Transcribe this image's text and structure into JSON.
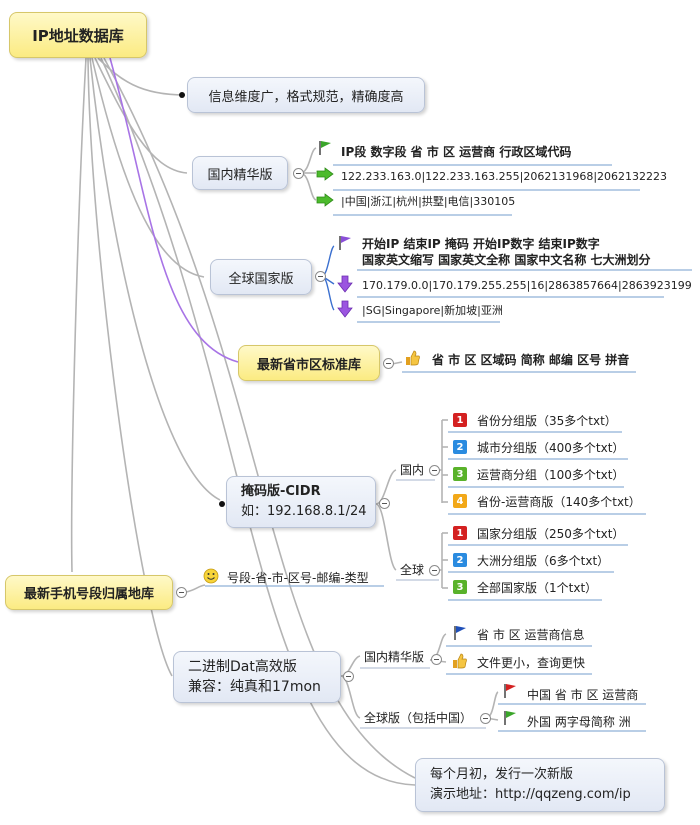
{
  "root": "IP地址数据库",
  "topic_info": "信息维度广，格式规范，精确度高",
  "domestic": {
    "label": "国内精华版",
    "fields": "IP段  数字段   省   市   区    运营商  行政区域代码",
    "sample_range": "122.233.163.0|122.233.163.255|2062131968|2062132223",
    "sample_geo": "|中国|浙江|杭州|拱墅|电信|330105"
  },
  "global": {
    "label": "全球国家版",
    "fields_line1": "开始IP      结束IP      掩码    开始IP数字    结束IP数字",
    "fields_line2": "国家英文缩写     国家英文全称   国家中文名称       七大洲划分",
    "sample_range": "170.179.0.0|170.179.255.255|16|2863857664|2863923199",
    "sample_geo": "|SG|Singapore|新加坡|亚洲"
  },
  "region_std": {
    "label": "最新省市区标准库",
    "fields": "省  市  区   区域码  简称  邮编  区号  拼音"
  },
  "cidr": {
    "title": "掩码版-CIDR",
    "example": "如：192.168.8.1/24",
    "domestic_label": "国内",
    "domestic_items": [
      {
        "num": "1",
        "text": "省份分组版（35多个txt）"
      },
      {
        "num": "2",
        "text": "城市分组版（400多个txt）"
      },
      {
        "num": "3",
        "text": "运营商分组（100多个txt）"
      },
      {
        "num": "4",
        "text": "省份-运营商版（140多个txt）"
      }
    ],
    "global_label": "全球",
    "global_items": [
      {
        "num": "1",
        "text": "国家分组版（250多个txt）"
      },
      {
        "num": "2",
        "text": "大洲分组版（6多个txt）"
      },
      {
        "num": "3",
        "text": "全部国家版（1个txt）"
      }
    ]
  },
  "mobile": {
    "label": "最新手机号段归属地库",
    "fields": "号段-省-市-区号-邮编-类型"
  },
  "dat": {
    "title": "二进制Dat高效版",
    "compat": "兼容：纯真和17mon",
    "domestic_label": "国内精华版",
    "domestic_items": [
      "省 市 区 运营商信息",
      "文件更小，查询更快"
    ],
    "global_label": "全球版（包括中国）",
    "global_items": [
      "中国  省 市 区 运营商",
      "外国   两字母简称  洲"
    ]
  },
  "release": {
    "line1": "每个月初，发行一次新版",
    "line2": "演示地址：http://qqzeng.com/ip"
  },
  "colors": {
    "node_fill": "#e2e8f4",
    "highlight_fill": "#fbeb82",
    "connector": "#b4b4b4",
    "purple_connector": "#c08ee8",
    "badge_red": "#d42121",
    "badge_blue": "#2a8be0",
    "badge_green": "#59b22a",
    "badge_orange": "#f2a818"
  }
}
